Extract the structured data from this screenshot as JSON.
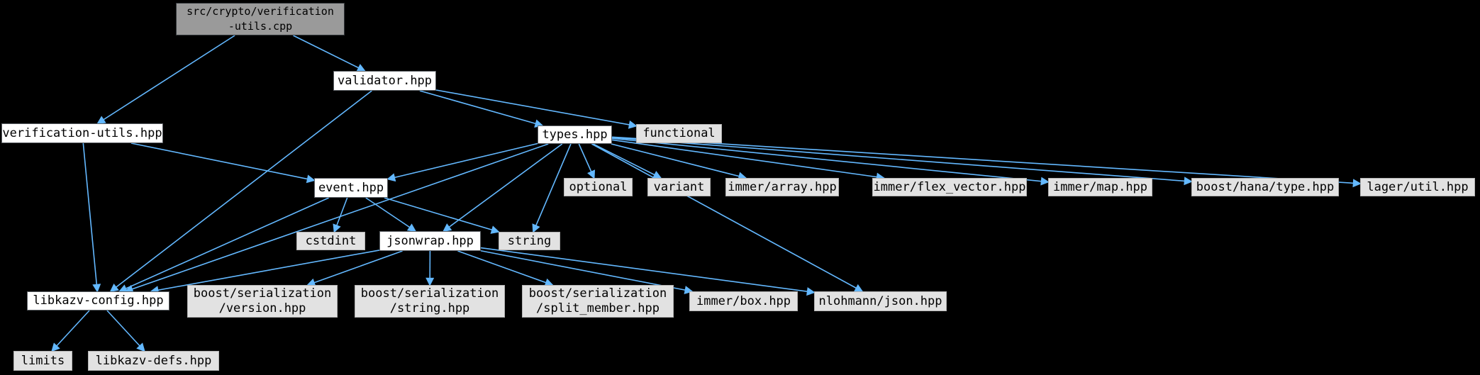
{
  "graph": {
    "background_color": "#000000",
    "edge_color": "#63b8ff",
    "node_styles": {
      "source": {
        "fill": "#9a9a9a",
        "border": "#34383c"
      },
      "internal": {
        "fill": "#ffffff",
        "border": "#5c6065"
      },
      "external": {
        "fill": "#e2e2e2",
        "border": "#b3b3b3"
      }
    },
    "nodes": [
      {
        "id": "cpp",
        "label": "src/crypto/verification\n-utils.cpp",
        "type": "source"
      },
      {
        "id": "validator",
        "label": "validator.hpp",
        "type": "internal"
      },
      {
        "id": "vuh",
        "label": "verification-utils.hpp",
        "type": "internal"
      },
      {
        "id": "types",
        "label": "types.hpp",
        "type": "internal"
      },
      {
        "id": "functional",
        "label": "functional",
        "type": "external"
      },
      {
        "id": "event",
        "label": "event.hpp",
        "type": "internal"
      },
      {
        "id": "optional",
        "label": "optional",
        "type": "external"
      },
      {
        "id": "variant",
        "label": "variant",
        "type": "external"
      },
      {
        "id": "arr",
        "label": "immer/array.hpp",
        "type": "external"
      },
      {
        "id": "flex",
        "label": "immer/flex_vector.hpp",
        "type": "external"
      },
      {
        "id": "map",
        "label": "immer/map.hpp",
        "type": "external"
      },
      {
        "id": "hana",
        "label": "boost/hana/type.hpp",
        "type": "external"
      },
      {
        "id": "lager",
        "label": "lager/util.hpp",
        "type": "external"
      },
      {
        "id": "cstdint",
        "label": "cstdint",
        "type": "external"
      },
      {
        "id": "jsonwrap",
        "label": "jsonwrap.hpp",
        "type": "internal"
      },
      {
        "id": "string",
        "label": "string",
        "type": "external"
      },
      {
        "id": "config",
        "label": "libkazv-config.hpp",
        "type": "internal"
      },
      {
        "id": "server",
        "label": "boost/serialization\n/version.hpp",
        "type": "external"
      },
      {
        "id": "serstr",
        "label": "boost/serialization\n/string.hpp",
        "type": "external"
      },
      {
        "id": "sersplit",
        "label": "boost/serialization\n/split_member.hpp",
        "type": "external"
      },
      {
        "id": "box",
        "label": "immer/box.hpp",
        "type": "external"
      },
      {
        "id": "json",
        "label": "nlohmann/json.hpp",
        "type": "external"
      },
      {
        "id": "limits",
        "label": "limits",
        "type": "external"
      },
      {
        "id": "defs",
        "label": "libkazv-defs.hpp",
        "type": "external"
      }
    ],
    "edges": [
      {
        "from": "cpp",
        "to": "vuh"
      },
      {
        "from": "cpp",
        "to": "validator"
      },
      {
        "from": "validator",
        "to": "config"
      },
      {
        "from": "validator",
        "to": "types"
      },
      {
        "from": "validator",
        "to": "functional"
      },
      {
        "from": "vuh",
        "to": "config"
      },
      {
        "from": "vuh",
        "to": "event"
      },
      {
        "from": "types",
        "to": "event"
      },
      {
        "from": "types",
        "to": "config"
      },
      {
        "from": "types",
        "to": "jsonwrap"
      },
      {
        "from": "types",
        "to": "string"
      },
      {
        "from": "types",
        "to": "json"
      },
      {
        "from": "types",
        "to": "optional"
      },
      {
        "from": "types",
        "to": "variant"
      },
      {
        "from": "types",
        "to": "arr"
      },
      {
        "from": "types",
        "to": "flex"
      },
      {
        "from": "types",
        "to": "map"
      },
      {
        "from": "types",
        "to": "hana"
      },
      {
        "from": "types",
        "to": "lager"
      },
      {
        "from": "event",
        "to": "config"
      },
      {
        "from": "event",
        "to": "cstdint"
      },
      {
        "from": "event",
        "to": "jsonwrap"
      },
      {
        "from": "event",
        "to": "string"
      },
      {
        "from": "jsonwrap",
        "to": "config"
      },
      {
        "from": "jsonwrap",
        "to": "server"
      },
      {
        "from": "jsonwrap",
        "to": "serstr"
      },
      {
        "from": "jsonwrap",
        "to": "sersplit"
      },
      {
        "from": "jsonwrap",
        "to": "box"
      },
      {
        "from": "jsonwrap",
        "to": "json"
      },
      {
        "from": "config",
        "to": "limits"
      },
      {
        "from": "config",
        "to": "defs"
      }
    ]
  }
}
